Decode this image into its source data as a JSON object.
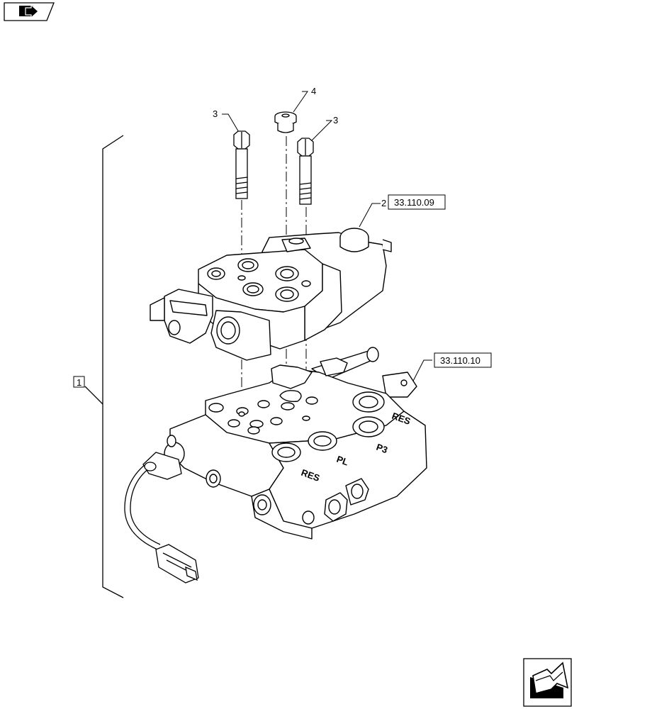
{
  "nav": {
    "top_icon": "book-arrow-icon",
    "bottom_icon": "book-arrow-icon"
  },
  "callouts": {
    "assembly": "1",
    "valve_section": "2",
    "bolt_left": "3",
    "bolt_right": "3",
    "plug": "4"
  },
  "references": {
    "valve_section_ref": "33.110.09",
    "valve_body_ref": "33.110.10"
  },
  "valve_markings": {
    "top": "RES",
    "right": "P3",
    "mid": "PL",
    "bottom": "RES"
  }
}
